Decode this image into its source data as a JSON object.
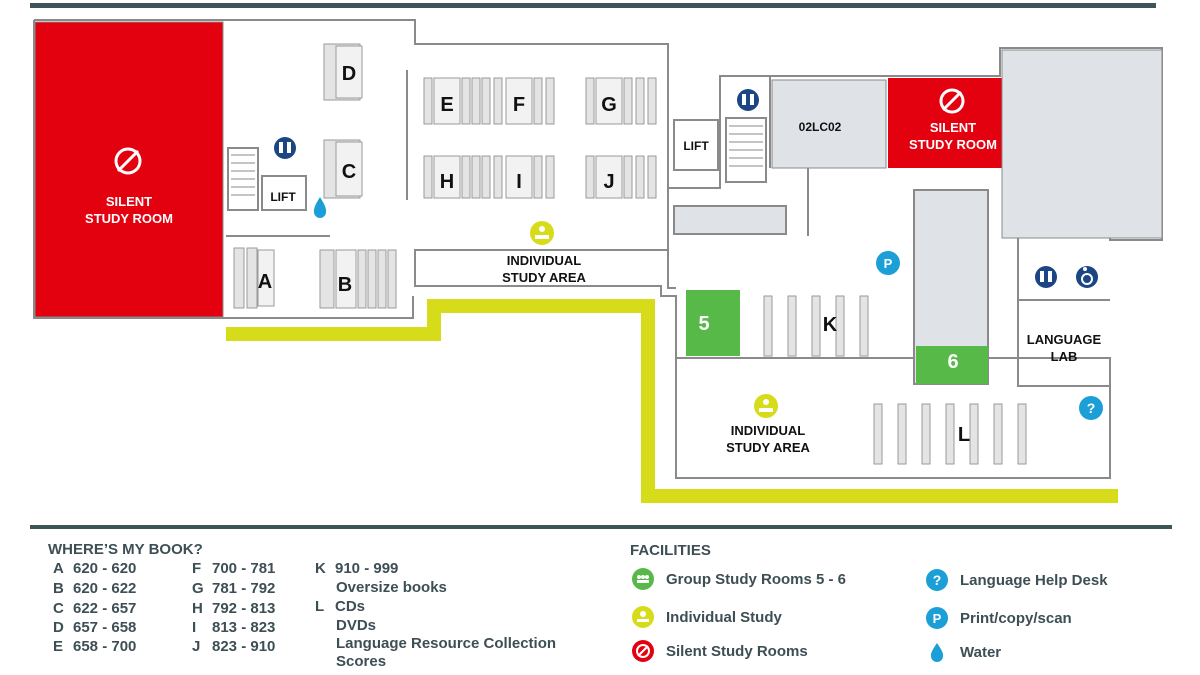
{
  "map": {
    "silent_room_left": [
      "SILENT",
      "STUDY ROOM"
    ],
    "silent_room_right": [
      "SILENT",
      "STUDY ROOM"
    ],
    "lift_left": "LIFT",
    "lift_right": "LIFT",
    "room_02lc02": "02LC02",
    "study_area_top": [
      "INDIVIDUAL",
      "STUDY AREA"
    ],
    "study_area_bottom": [
      "INDIVIDUAL",
      "STUDY AREA"
    ],
    "language_lab": [
      "LANGUAGE",
      "LAB"
    ],
    "group_room_5": "5",
    "group_room_6": "6",
    "print_symbol": "P",
    "help_symbol": "?",
    "shelves": {
      "A": "A",
      "B": "B",
      "C": "C",
      "D": "D",
      "E": "E",
      "F": "F",
      "G": "G",
      "H": "H",
      "I": "I",
      "J": "J",
      "K": "K",
      "L": "L"
    },
    "colors": {
      "silent": "#e3000f",
      "group": "#56b948",
      "path": "#d6dc1a",
      "grey_room": "#dfe3e7",
      "wall": "#8a8a8a",
      "blue": "#1c9fd6",
      "navy": "#1b4585",
      "text_dark": "#3d4f55"
    }
  },
  "legend": {
    "books_title": "WHERE’S MY BOOK?",
    "books_col1": [
      {
        "key": "A",
        "range": "620 - 620"
      },
      {
        "key": "B",
        "range": "620 - 622"
      },
      {
        "key": "C",
        "range": "622 - 657"
      },
      {
        "key": "D",
        "range": "657 - 658"
      },
      {
        "key": "E",
        "range": "658 - 700"
      }
    ],
    "books_col2": [
      {
        "key": "F",
        "range": "700 - 781"
      },
      {
        "key": "G",
        "range": "781 - 792"
      },
      {
        "key": "H",
        "range": "792 - 813"
      },
      {
        "key": "I",
        "range": "813 - 823"
      },
      {
        "key": "J",
        "range": "823 - 910"
      }
    ],
    "books_col3": {
      "k_key": "K",
      "k_lines": [
        "910 - 999",
        "Oversize books"
      ],
      "l_key": "L",
      "l_lines": [
        "CDs",
        "DVDs",
        "Language Resource Collection",
        "Scores"
      ]
    },
    "facilities_title": "FACILITIES",
    "facilities": [
      {
        "icon": "group-study-icon",
        "label": "Group Study Rooms 5 - 6"
      },
      {
        "icon": "individual-study-icon",
        "label": "Individual Study"
      },
      {
        "icon": "silent-study-icon",
        "label": "Silent Study Rooms"
      },
      {
        "icon": "help-desk-icon",
        "label": "Language Help Desk"
      },
      {
        "icon": "print-icon",
        "label": "Print/copy/scan"
      },
      {
        "icon": "water-icon",
        "label": "Water"
      }
    ]
  }
}
